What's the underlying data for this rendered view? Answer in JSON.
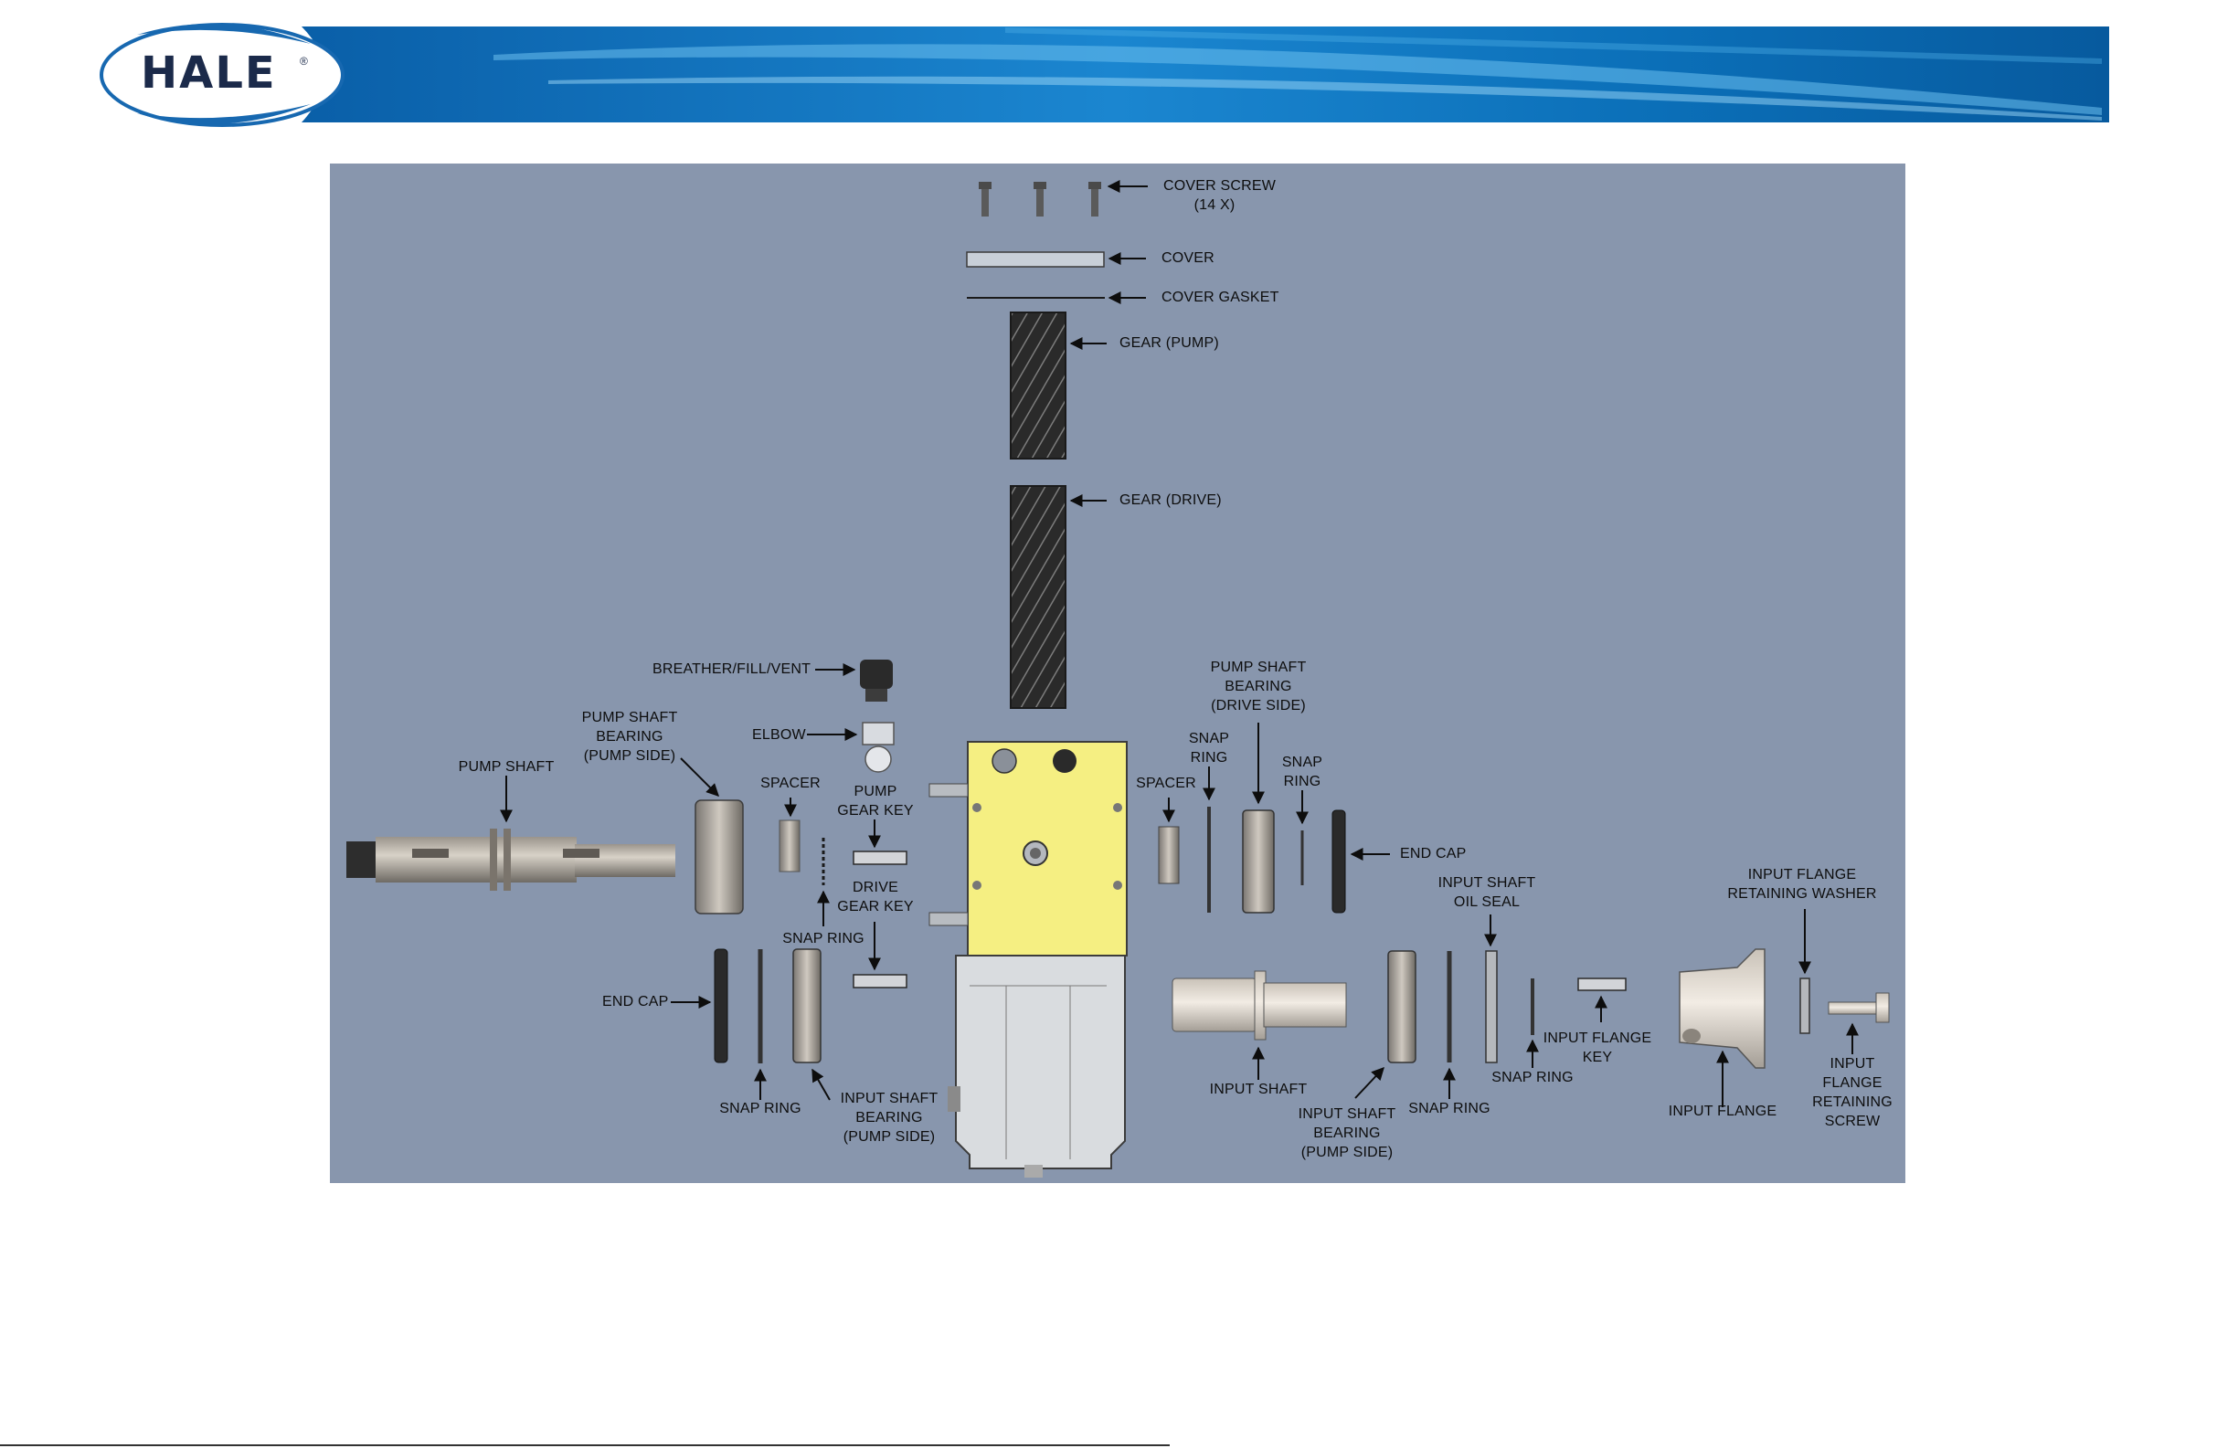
{
  "brand": {
    "logo_text": "HALE",
    "registered_mark": "®",
    "colors": {
      "banner_dark": "#0a5fa8",
      "banner_light": "#2d97dc",
      "logo_dark": "#1b2a4a"
    }
  },
  "diagram": {
    "background_color": "#8896ad",
    "labels": {
      "cover_screw": "COVER SCREW",
      "cover_screw_qty": "(14 X)",
      "cover": "COVER",
      "cover_gasket": "COVER GASKET",
      "gear_pump": "GEAR (PUMP)",
      "gear_drive": "GEAR (DRIVE)",
      "breather_fill_vent": "BREATHER/FILL/VENT",
      "elbow": "ELBOW",
      "psb_pump_1": "PUMP SHAFT",
      "psb_pump_2": "BEARING",
      "psb_pump_3": "(PUMP SIDE)",
      "pump_shaft": "PUMP SHAFT",
      "spacer_left": "SPACER",
      "pump_gear_key_1": "PUMP",
      "pump_gear_key_2": "GEAR KEY",
      "drive_gear_key_1": "DRIVE",
      "drive_gear_key_2": "GEAR KEY",
      "snap_ring_left_mid": "SNAP RING",
      "end_cap_left": "END CAP",
      "snap_ring_left_low": "SNAP RING",
      "isb_pump_left_1": "INPUT SHAFT",
      "isb_pump_left_2": "BEARING",
      "isb_pump_left_3": "(PUMP SIDE)",
      "psb_drive_1": "PUMP SHAFT",
      "psb_drive_2": "BEARING",
      "psb_drive_3": "(DRIVE SIDE)",
      "snap_ring_r1_1": "SNAP",
      "snap_ring_r1_2": "RING",
      "spacer_right": "SPACER",
      "snap_ring_r2_1": "SNAP",
      "snap_ring_r2_2": "RING",
      "end_cap_right": "END CAP",
      "iso_seal_1": "INPUT SHAFT",
      "iso_seal_2": "OIL SEAL",
      "ifrw_1": "INPUT FLANGE",
      "ifrw_2": "RETAINING WASHER",
      "input_shaft": "INPUT SHAFT",
      "isb_right_1": "INPUT SHAFT",
      "isb_right_2": "BEARING",
      "isb_right_3": "(PUMP SIDE)",
      "snap_ring_r3": "SNAP RING",
      "snap_ring_r4": "SNAP RING",
      "ifk_1": "INPUT FLANGE",
      "ifk_2": "KEY",
      "input_flange": "INPUT FLANGE",
      "ifrs_1": "INPUT",
      "ifrs_2": "FLANGE",
      "ifrs_3": "RETAINING",
      "ifrs_4": "SCREW"
    }
  }
}
